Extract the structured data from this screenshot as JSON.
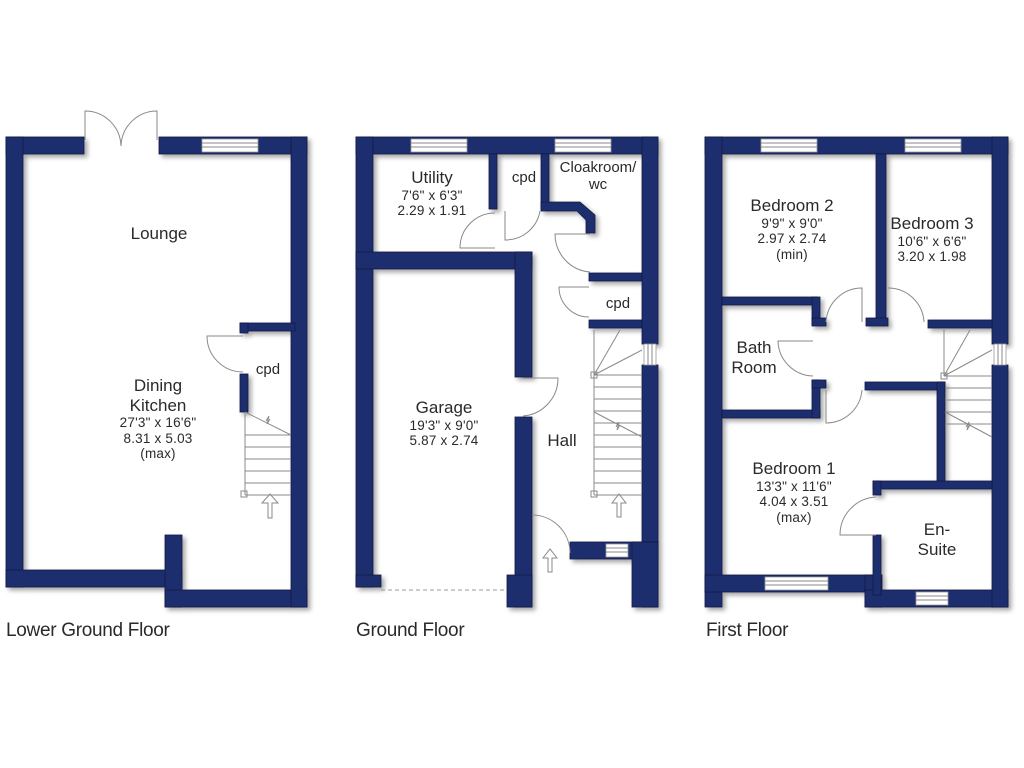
{
  "floors": [
    {
      "title": "Lower Ground Floor",
      "rooms": [
        {
          "name": "Lounge",
          "dims": []
        },
        {
          "name": "cpd",
          "dims": []
        },
        {
          "name": "Dining",
          "name2": "Kitchen",
          "dims": [
            "27'3\"  x  16'6\"",
            "8.31  x  5.03",
            "(max)"
          ]
        }
      ]
    },
    {
      "title": "Ground Floor",
      "rooms": [
        {
          "name": "Utility",
          "dims": [
            "7'6\"  x  6'3\"",
            "2.29  x  1.91"
          ]
        },
        {
          "name": "cpd",
          "dims": []
        },
        {
          "name": "Cloakroom/",
          "name2": "wc",
          "dims": []
        },
        {
          "name": "cpd",
          "dims": []
        },
        {
          "name": "Garage",
          "dims": [
            "19'3\"  x  9'0\"",
            "5.87  x  2.74"
          ]
        },
        {
          "name": "Hall",
          "dims": []
        }
      ]
    },
    {
      "title": "First Floor",
      "rooms": [
        {
          "name": "Bedroom 2",
          "dims": [
            "9'9\"  x  9'0\"",
            "2.97  x  2.74",
            "(min)"
          ]
        },
        {
          "name": "Bedroom 3",
          "dims": [
            "10'6\"  x  6'6\"",
            "3.20  x  1.98"
          ]
        },
        {
          "name": "Bath",
          "name2": "Room",
          "dims": []
        },
        {
          "name": "Bedroom 1",
          "dims": [
            "13'3\"  x  11'6\"",
            "4.04  x  3.51",
            "(max)"
          ]
        },
        {
          "name": "En-",
          "name2": "Suite",
          "dims": []
        }
      ]
    }
  ],
  "colors": {
    "wall": "#1f2d6e",
    "background": "#ffffff",
    "text": "#2a2a2a"
  }
}
